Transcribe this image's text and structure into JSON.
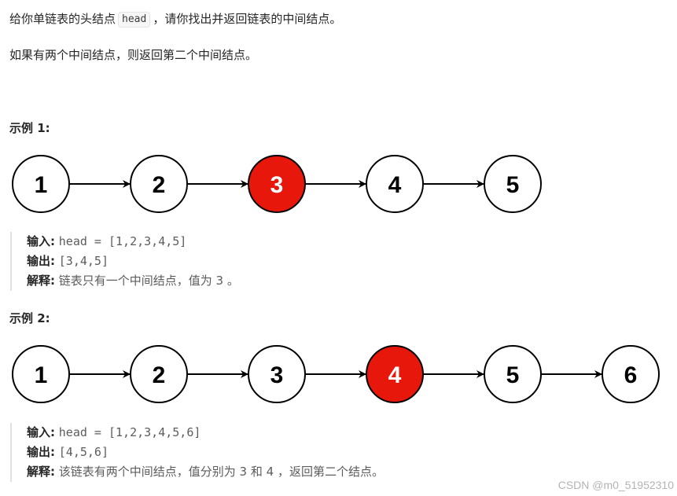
{
  "problem": {
    "line1_before": "给你单链表的头结点",
    "line1_code": "head",
    "line1_after": "，请你找出并返回链表的中间结点。",
    "line2": "如果有两个中间结点，则返回第二个中间结点。"
  },
  "examples": [
    {
      "title": "示例 1:",
      "nodes": [
        "1",
        "2",
        "3",
        "4",
        "5"
      ],
      "highlight_index": 2,
      "input_label": "输入:",
      "input_value": "head = [1,2,3,4,5]",
      "output_label": "输出:",
      "output_value": "[3,4,5]",
      "explain_label": "解释:",
      "explain_text": "链表只有一个中间结点，值为 3 。"
    },
    {
      "title": "示例 2:",
      "nodes": [
        "1",
        "2",
        "3",
        "4",
        "5",
        "6"
      ],
      "highlight_index": 3,
      "input_label": "输入:",
      "input_value": "head = [1,2,3,4,5,6]",
      "output_label": "输出:",
      "output_value": "[4,5,6]",
      "explain_label": "解释:",
      "explain_text": "该链表有两个中间结点，值分别为 3 和 4 ，返回第二个结点。"
    }
  ],
  "colors": {
    "highlight_fill": "#e8170c",
    "node_fill": "#ffffff",
    "stroke": "#000000",
    "highlight_text": "#ffffff"
  },
  "watermark": "CSDN @m0_51952310"
}
